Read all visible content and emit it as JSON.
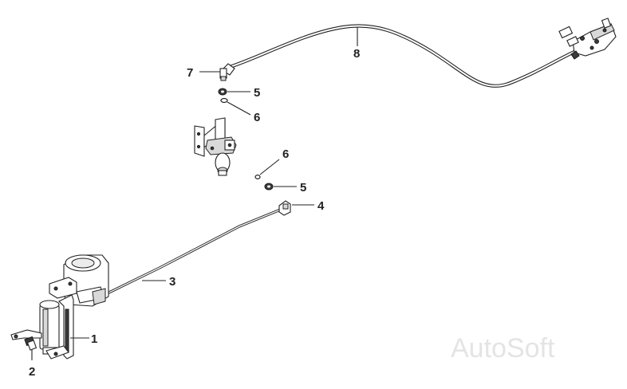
{
  "diagram": {
    "callouts": {
      "c1": "1",
      "c2": "2",
      "c3": "3",
      "c4": "4",
      "c5a": "5",
      "c5b": "5",
      "c6a": "6",
      "c6b": "6",
      "c7": "7",
      "c8": "8"
    },
    "watermark": "AutoSoft"
  }
}
